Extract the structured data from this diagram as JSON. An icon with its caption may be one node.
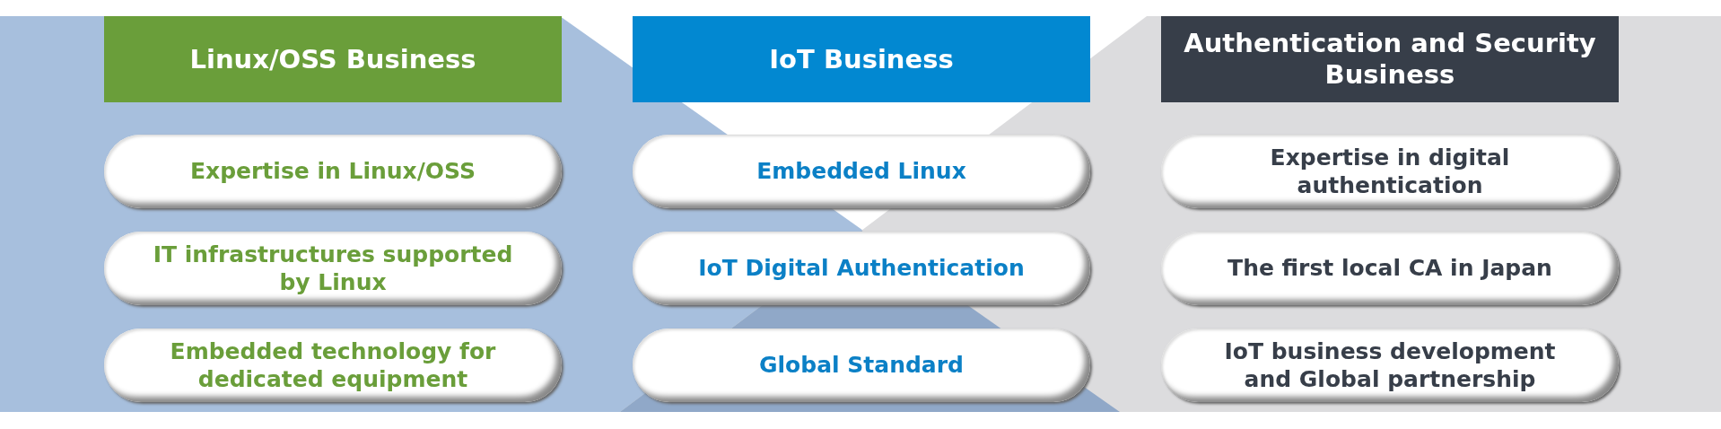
{
  "diagram": {
    "nodes": [
      {
        "text": [
          "Linux/OSS Business"
        ]
      },
      {
        "text": [
          "IoT Business"
        ]
      },
      {
        "text": [
          "Authentication and Security Business"
        ]
      },
      {
        "text": [
          "Expertise in Linux/OSS"
        ]
      },
      {
        "text": [
          "Embedded Linux"
        ]
      },
      {
        "text": [
          "Expertise in digital authentication"
        ]
      },
      {
        "text": [
          "IT infrastructures supported by Linux"
        ]
      },
      {
        "text": [
          "IoT Digital Authentication"
        ]
      },
      {
        "text": [
          "The first local CA in Japan"
        ]
      },
      {
        "text": [
          "Embedded technology for dedicated equipment"
        ]
      },
      {
        "text": [
          "Global Standard"
        ]
      },
      {
        "text": [
          "IoT business development and Global partnership"
        ]
      }
    ],
    "edges": []
  }
}
